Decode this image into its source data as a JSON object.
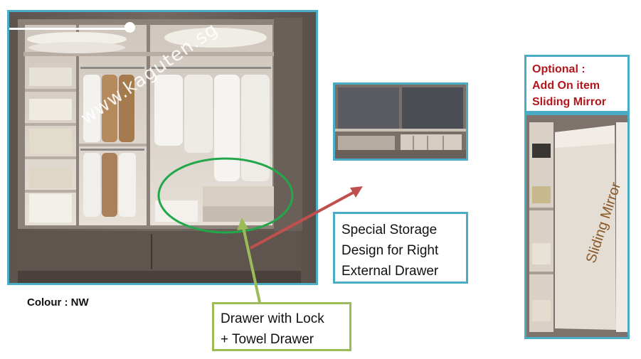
{
  "watermark": "www.kaguten.sg",
  "colour_label": "Colour : NW",
  "detail_label": {
    "line1": "Special Storage",
    "line2": "Design for Right",
    "line3": "External Drawer"
  },
  "drawer_label": {
    "line1": "Drawer with Lock",
    "line2": "+ Towel Drawer"
  },
  "optional_label": {
    "line1": "Optional :",
    "line2": "Add On item",
    "line3": "Sliding Mirror"
  },
  "mirror_text": "Sliding Mirror",
  "colors": {
    "frame_border": "#4aacc5",
    "callout_green": "#9bbb59",
    "ellipse_green": "#22a84a",
    "arrow_red": "#c0504d",
    "optional_red": "#b3161b"
  }
}
